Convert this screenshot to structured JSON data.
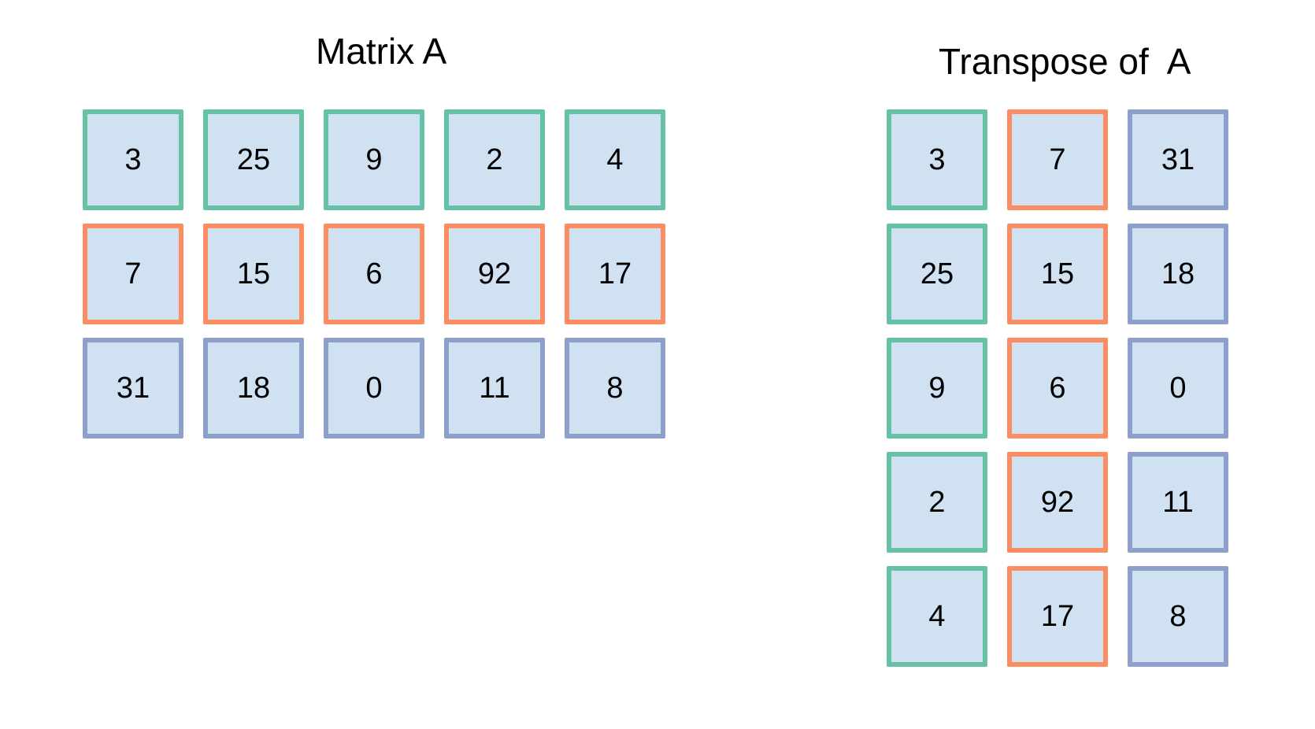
{
  "matrix": {
    "title": "Matrix A",
    "rows": [
      [
        "3",
        "25",
        "9",
        "2",
        "4"
      ],
      [
        "7",
        "15",
        "6",
        "92",
        "17"
      ],
      [
        "31",
        "18",
        "0",
        "11",
        "8"
      ]
    ]
  },
  "transpose": {
    "title": "Transpose of  A",
    "rows": [
      [
        "3",
        "7",
        "31"
      ],
      [
        "25",
        "15",
        "18"
      ],
      [
        "9",
        "6",
        "0"
      ],
      [
        "2",
        "92",
        "11"
      ],
      [
        "4",
        "17",
        "8"
      ]
    ]
  },
  "colors": {
    "cell_fill": "#d0e1f2",
    "row_0_border": "#66c2a5",
    "row_1_border": "#fc8d62",
    "row_2_border": "#8da0cb"
  }
}
